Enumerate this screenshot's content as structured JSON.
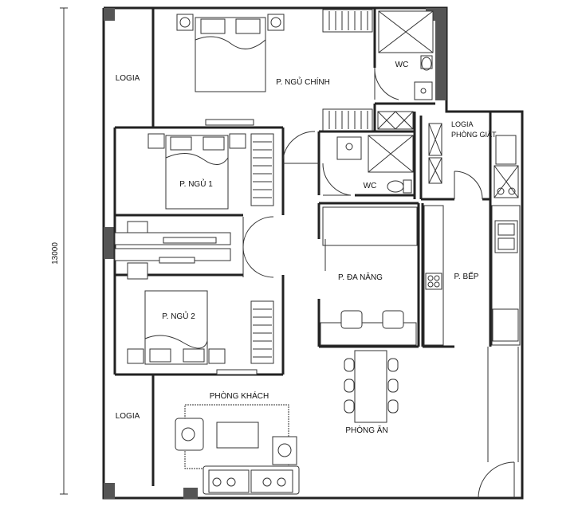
{
  "dimension": {
    "label": "13000"
  },
  "rooms": {
    "master_bedroom": "P. NGỦ CHÍNH",
    "bedroom_1": "P. NGỦ 1",
    "bedroom_2": "P. NGỦ 2",
    "multipurpose": "P. ĐA NĂNG",
    "kitchen": "P. BẾP",
    "living_room": "PHÒNG KHÁCH",
    "dining_room": "PHÒNG ĂN",
    "wc_top": "WC",
    "wc_middle": "WC",
    "logia_top": "LOGIA",
    "logia_bottom": "LOGIA",
    "logia_laundry_line1": "LOGIA",
    "logia_laundry_line2": "PHÒNG GIẶT"
  },
  "colors": {
    "wall": "#222222",
    "column_fill": "#555555",
    "background": "#ffffff"
  }
}
